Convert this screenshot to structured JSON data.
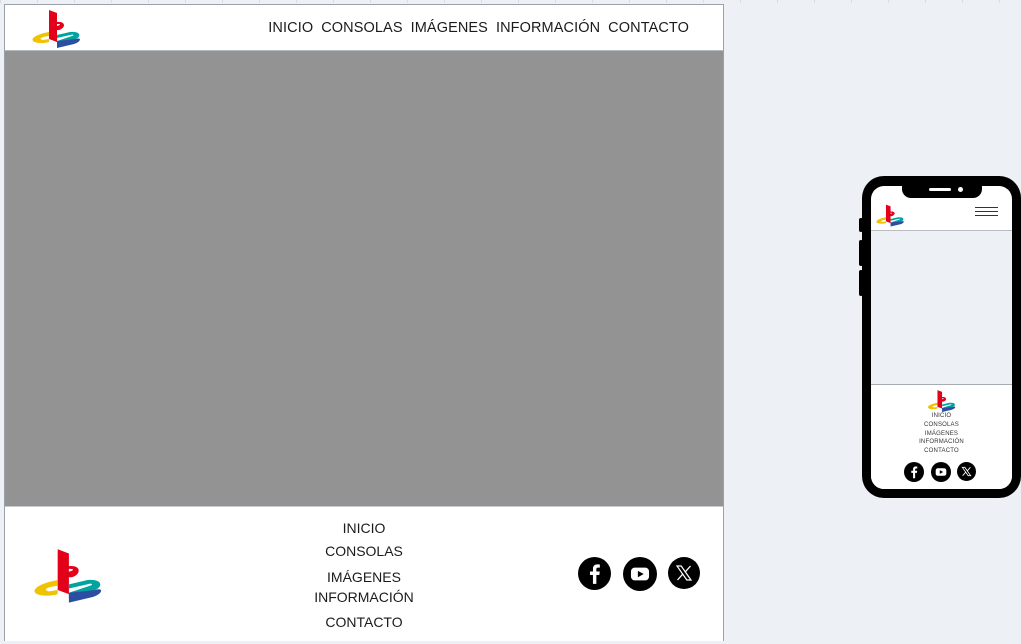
{
  "nav": {
    "items": [
      "INICIO",
      "CONSOLAS",
      "IMÁGENES",
      "INFORMACIÓN",
      "CONTACTO"
    ]
  },
  "footer": {
    "links": [
      "INICIO",
      "CONSOLAS",
      "IMÁGENES",
      "INFORMACIÓN",
      "CONTACTO"
    ],
    "social": [
      "facebook-icon",
      "youtube-icon",
      "x-twitter-icon"
    ]
  },
  "mobile": {
    "footer_links": [
      "INICIO",
      "CONSOLAS",
      "IMÁGENES",
      "INFORMACIÓN",
      "CONTACTO"
    ]
  },
  "colors": {
    "hero": "#939393",
    "page_bg": "#edf0f5",
    "logo_red": "#e3001b",
    "logo_yellow": "#f0c300",
    "logo_teal": "#00a3a0",
    "logo_blue": "#2c4ea0"
  }
}
